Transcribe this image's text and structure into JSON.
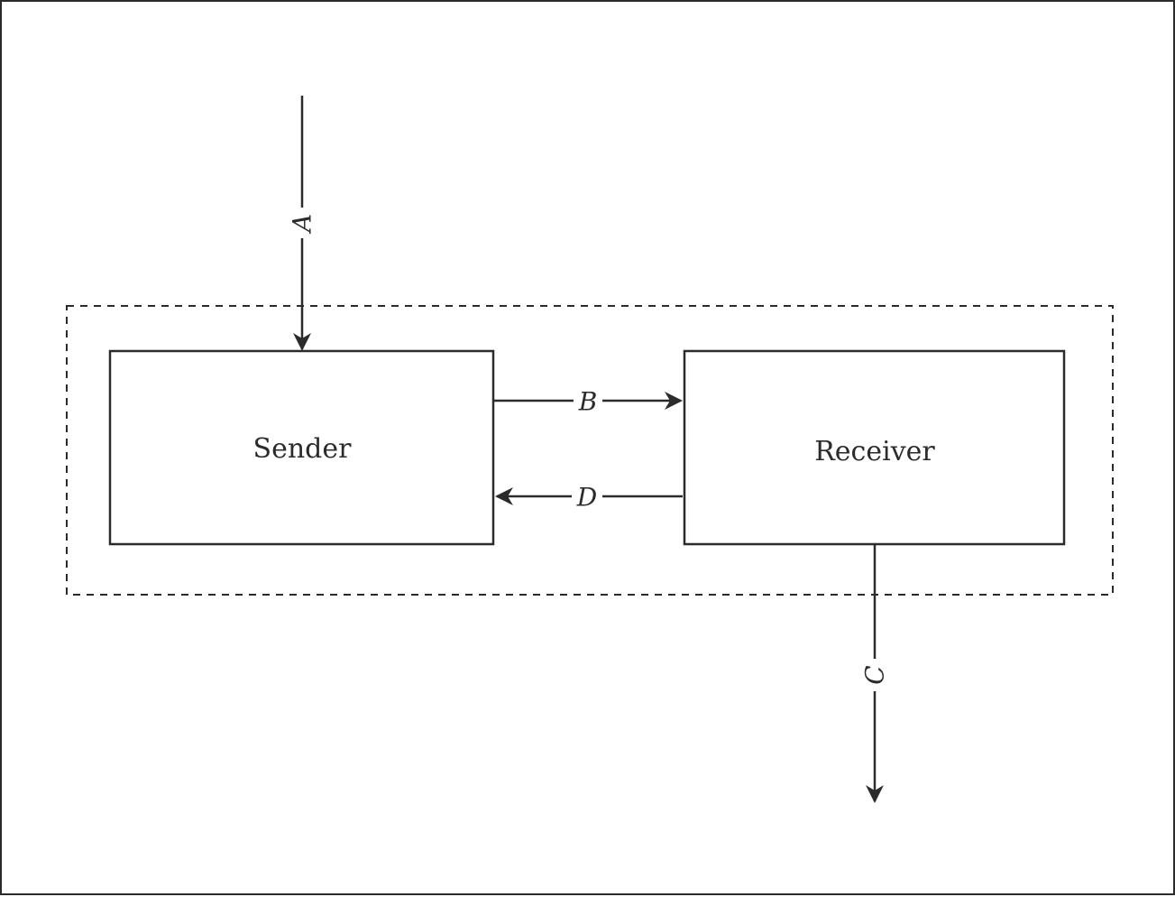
{
  "nodes": {
    "sender": {
      "label": "Sender"
    },
    "receiver": {
      "label": "Receiver"
    }
  },
  "edges": {
    "a": {
      "label": "A",
      "from": "external-input",
      "to": "sender"
    },
    "b": {
      "label": "B",
      "from": "sender",
      "to": "receiver"
    },
    "c": {
      "label": "C",
      "from": "receiver",
      "to": "external-output"
    },
    "d": {
      "label": "D",
      "from": "receiver",
      "to": "sender"
    }
  },
  "colors": {
    "stroke": "#2b2b2b",
    "background": "#ffffff"
  }
}
